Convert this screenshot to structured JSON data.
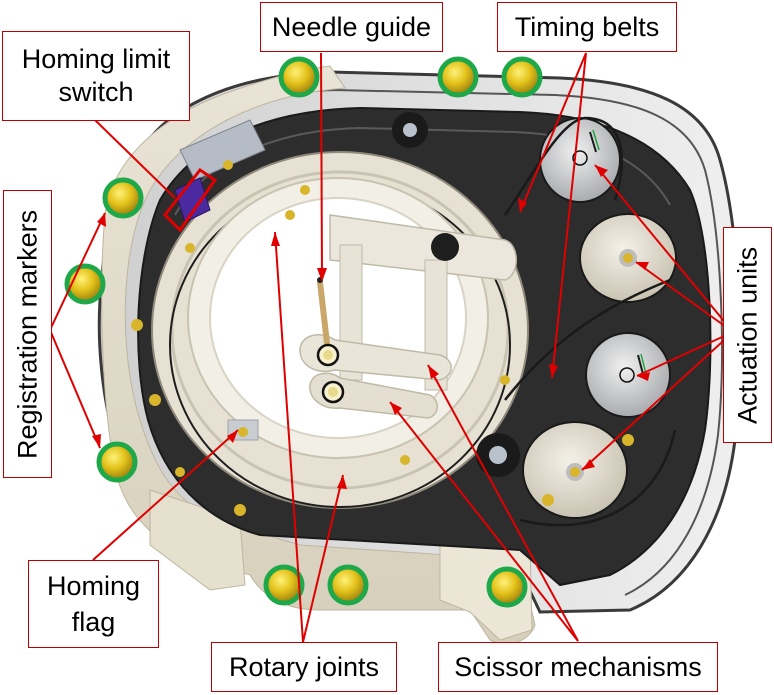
{
  "figure": {
    "subject": "Annotated 3D render of a needle-guide robotic device",
    "colors": {
      "callout_border": "#c00000",
      "leader_line": "#e00000",
      "registration_ring": "#1fa84a",
      "marker_fill": "#e3c21a",
      "housing": "#e8e2d2",
      "dark_body": "#2b2b2b"
    }
  },
  "labels": {
    "homing_limit_switch": {
      "line1": "Homing limit",
      "line2": "switch"
    },
    "needle_guide": "Needle guide",
    "timing_belts": "Timing belts",
    "registration_markers": "Registration markers",
    "actuation_units": "Actuation units",
    "homing_flag": {
      "line1": "Homing",
      "line2": "flag"
    },
    "rotary_joints": "Rotary joints",
    "scissor_mechanisms": "Scissor mechanisms"
  },
  "registration_marker_count": 9
}
